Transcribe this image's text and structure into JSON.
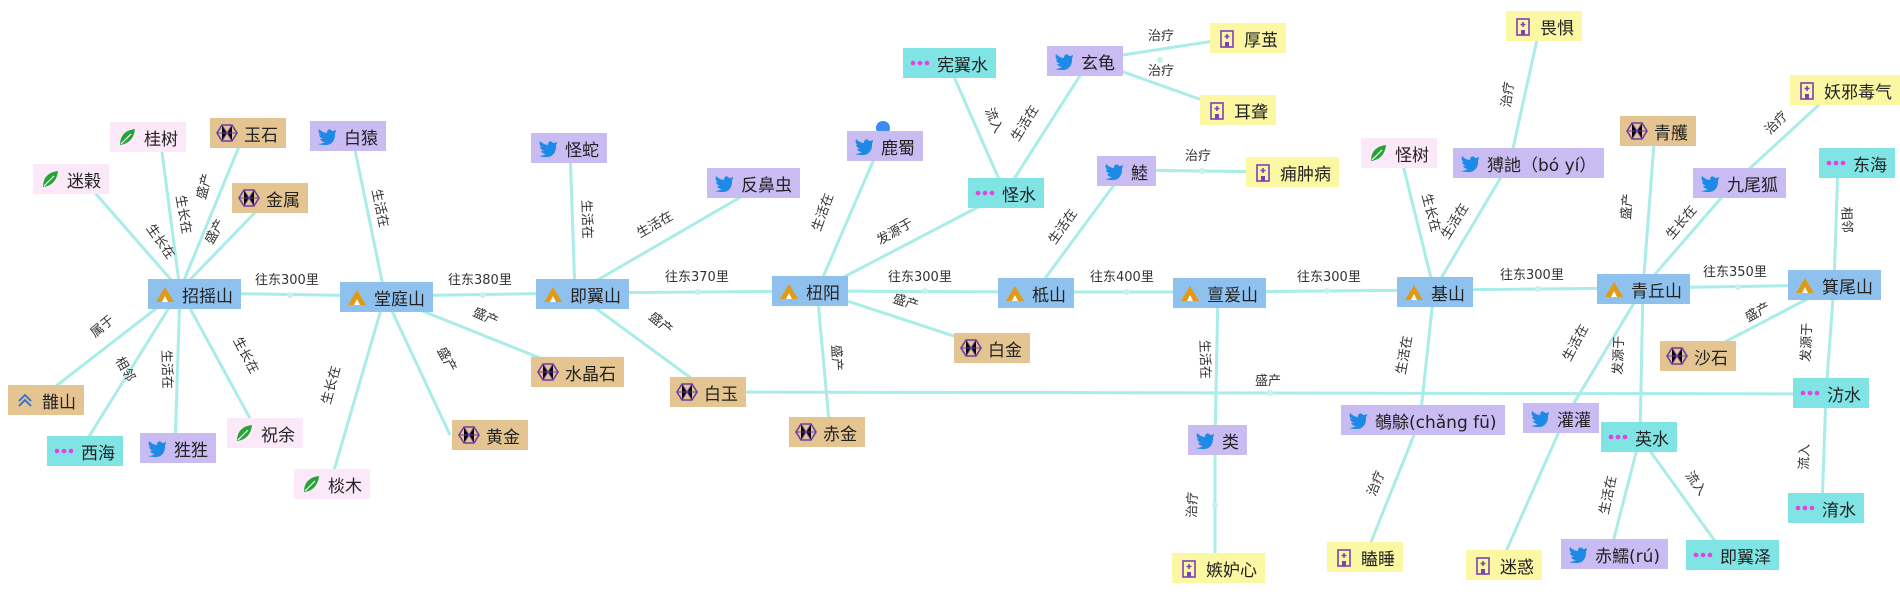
{
  "colors": {
    "mountain": "#8fc1ef",
    "mineral": "#e4c490",
    "animal": "#c8bcf3",
    "plant": "#fbe8f8",
    "water": "#80e4e4",
    "disease": "#fbf7a3",
    "edge": "#a9ece8",
    "marker": "#3b8cf0"
  },
  "nodes": {
    "zhaoyao": {
      "label": "招摇山",
      "icon": "mountain-icon"
    },
    "tangting": {
      "label": "堂庭山",
      "icon": "mountain-icon"
    },
    "jiyi": {
      "label": "即翼山",
      "icon": "mountain-icon"
    },
    "niuyang": {
      "label": "杻阳",
      "icon": "mountain-icon"
    },
    "dishan": {
      "label": "柢山",
      "icon": "mountain-icon"
    },
    "danyuan": {
      "label": "亶爰山",
      "icon": "mountain-icon"
    },
    "jishan": {
      "label": "基山",
      "icon": "mountain-icon"
    },
    "qingqiu": {
      "label": "青丘山",
      "icon": "mountain-icon"
    },
    "jiwei": {
      "label": "箕尾山",
      "icon": "mountain-icon"
    },
    "guishu": {
      "label": "桂树",
      "icon": "leaf-icon"
    },
    "migu": {
      "label": "迷榖",
      "icon": "leaf-icon"
    },
    "yushi": {
      "label": "玉石",
      "icon": "crystal-icon"
    },
    "jinshu": {
      "label": "金属",
      "icon": "crystal-icon"
    },
    "baiyuan": {
      "label": "白猿",
      "icon": "bird-icon"
    },
    "guaishe": {
      "label": "怪蛇",
      "icon": "bird-icon"
    },
    "fanbichong": {
      "label": "反鼻虫",
      "icon": "bird-icon"
    },
    "lushu": {
      "label": "鹿蜀",
      "icon": "bird-icon"
    },
    "xianyishui": {
      "label": "宪翼水",
      "icon": "water-icon"
    },
    "xuangui": {
      "label": "玄龟",
      "icon": "bird-icon"
    },
    "houjian": {
      "label": "厚茧",
      "icon": "medicine-icon"
    },
    "erlong": {
      "label": "耳聋",
      "icon": "medicine-icon"
    },
    "guaishui": {
      "label": "怪水",
      "icon": "water-icon"
    },
    "lu": {
      "label": "鯥",
      "icon": "bird-icon"
    },
    "yongzhongbing": {
      "label": "痈肿病",
      "icon": "medicine-icon"
    },
    "guaishu": {
      "label": "怪树",
      "icon": "leaf-icon"
    },
    "boyi": {
      "label": "猼訑（bó yí）",
      "icon": "bird-icon"
    },
    "weiju": {
      "label": "畏惧",
      "icon": "medicine-icon"
    },
    "qinghuo": {
      "label": "青雘",
      "icon": "crystal-icon"
    },
    "jiuweihu": {
      "label": "九尾狐",
      "icon": "bird-icon"
    },
    "yaoxie": {
      "label": "妖邪毒气",
      "icon": "medicine-icon"
    },
    "donghai": {
      "label": "东海",
      "icon": "water-icon"
    },
    "shuijingshi": {
      "label": "水晶石",
      "icon": "crystal-icon"
    },
    "baijin": {
      "label": "白金",
      "icon": "crystal-icon"
    },
    "huangjin": {
      "label": "黄金",
      "icon": "crystal-icon"
    },
    "baiyu": {
      "label": "白玉",
      "icon": "crystal-icon"
    },
    "chijin": {
      "label": "赤金",
      "icon": "crystal-icon"
    },
    "shashi": {
      "label": "沙石",
      "icon": "crystal-icon"
    },
    "fangshui": {
      "label": "汸水",
      "icon": "water-icon"
    },
    "yuanshui": {
      "label": "淯水",
      "icon": "water-icon"
    },
    "leijie": {
      "label": "类",
      "icon": "bird-icon"
    },
    "duji": {
      "label": "嫉妒心",
      "icon": "medicine-icon"
    },
    "changfu": {
      "label": "鵸鵌(chǎng fū)",
      "icon": "bird-icon"
    },
    "keshui": {
      "label": "瞌睡",
      "icon": "medicine-icon"
    },
    "guanguan": {
      "label": "灌灌",
      "icon": "bird-icon"
    },
    "mihuo": {
      "label": "迷惑",
      "icon": "medicine-icon"
    },
    "chiru": {
      "label": "赤鱬(rú)",
      "icon": "bird-icon"
    },
    "yingshui": {
      "label": "英水",
      "icon": "water-icon"
    },
    "jiyize": {
      "label": "即翼泽",
      "icon": "water-icon"
    },
    "pishan": {
      "label": "䧿山",
      "icon": "place-icon"
    },
    "xihai": {
      "label": "西海",
      "icon": "water-icon"
    },
    "xingxing": {
      "label": "狌狌",
      "icon": "bird-icon"
    },
    "zhuyu": {
      "label": "祝余",
      "icon": "leaf-icon"
    },
    "yanmu": {
      "label": "棪木",
      "icon": "leaf-icon"
    }
  },
  "edge_labels": {
    "e1": "往东300里",
    "e2": "往东380里",
    "e3": "往东370里",
    "e4": "往东300里",
    "e5": "往东400里",
    "e6": "往东300里",
    "e7": "往东300里",
    "e8": "往东350里",
    "sheng_zhang": "生长在",
    "sheng_huo": "生活在",
    "sheng_chan": "盛产",
    "zhi_liao": "治疗",
    "liu_ru": "流入",
    "fa_yuan": "发源于",
    "shu_yu": "属于",
    "xiang_lin": "相邻"
  }
}
